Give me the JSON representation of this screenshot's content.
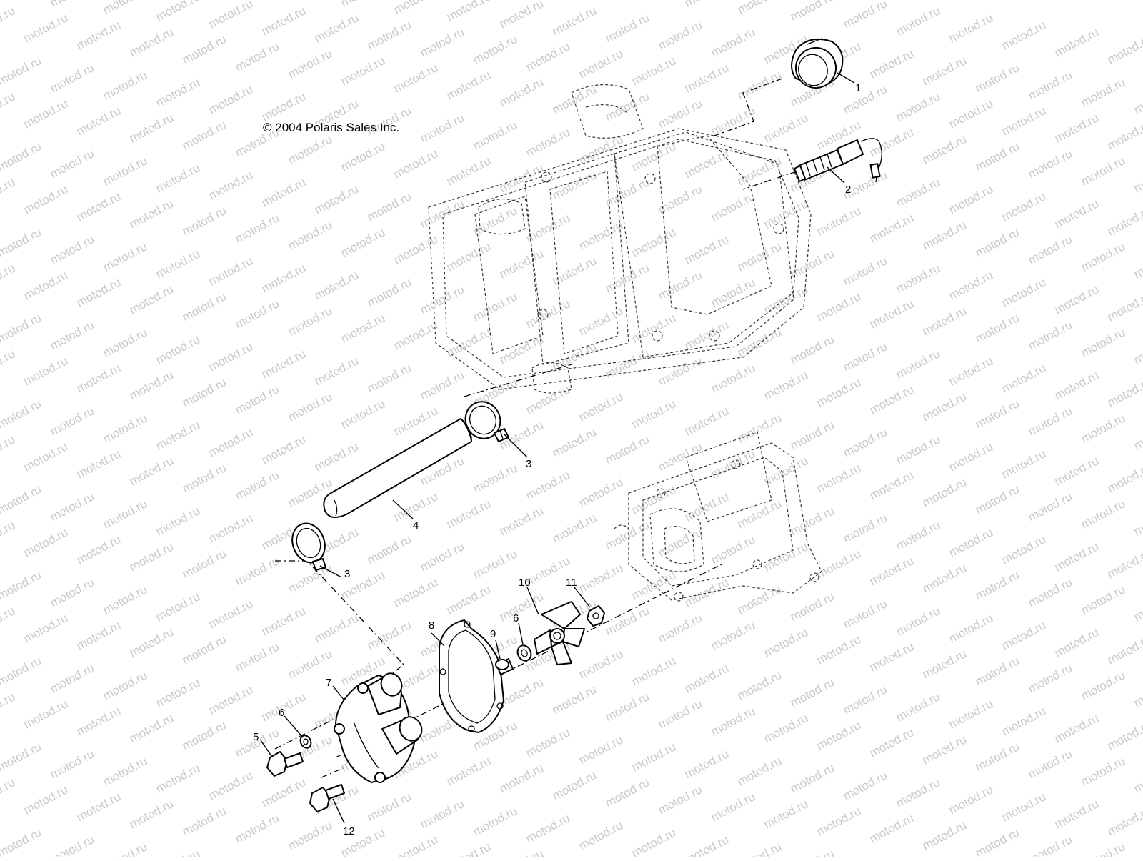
{
  "copyright": "© 2004 Polaris Sales Inc.",
  "watermark": "motod.ru",
  "callouts": [
    {
      "id": "callout-1",
      "text": "1"
    },
    {
      "id": "callout-2",
      "text": "2"
    },
    {
      "id": "callout-3a",
      "text": "3"
    },
    {
      "id": "callout-3b",
      "text": "3"
    },
    {
      "id": "callout-4",
      "text": "4"
    },
    {
      "id": "callout-5",
      "text": "5"
    },
    {
      "id": "callout-6a",
      "text": "6"
    },
    {
      "id": "callout-6b",
      "text": "6"
    },
    {
      "id": "callout-7",
      "text": "7"
    },
    {
      "id": "callout-8",
      "text": "8"
    },
    {
      "id": "callout-9",
      "text": "9"
    },
    {
      "id": "callout-10",
      "text": "10"
    },
    {
      "id": "callout-11",
      "text": "11"
    },
    {
      "id": "callout-12",
      "text": "12"
    }
  ]
}
